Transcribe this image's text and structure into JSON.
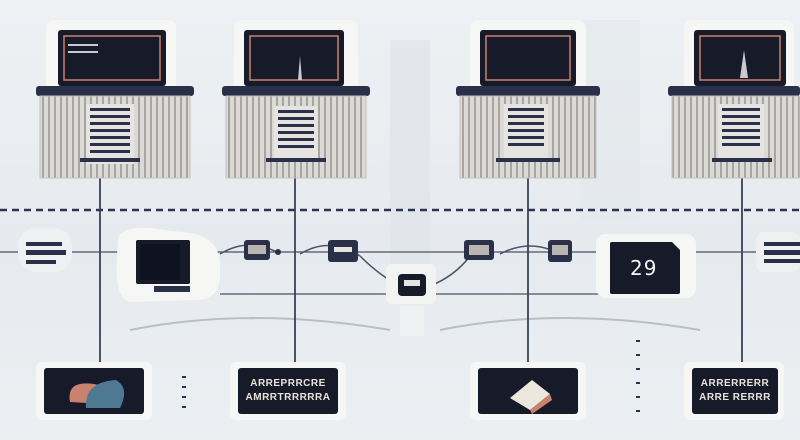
{
  "diagram": {
    "servers": [
      {
        "id": "server-1"
      },
      {
        "id": "server-2"
      },
      {
        "id": "server-3"
      },
      {
        "id": "server-4"
      }
    ],
    "bottom_tiles": [
      {
        "id": "tile-1",
        "kind": "graphic"
      },
      {
        "id": "tile-2",
        "kind": "text",
        "lines": [
          "ARREPRRCRE",
          "AMRRTRRRRRA"
        ]
      },
      {
        "id": "tile-3",
        "kind": "graphic"
      },
      {
        "id": "tile-4",
        "kind": "text",
        "lines": [
          "ARRERRERR",
          "ARRE RERRR"
        ]
      }
    ],
    "monitor_number": "29",
    "colors": {
      "dark": "#171a28",
      "navy": "#2a3048",
      "accent": "#c9826e",
      "server_body": "#d8d6d2",
      "line": "#2d3450"
    }
  }
}
